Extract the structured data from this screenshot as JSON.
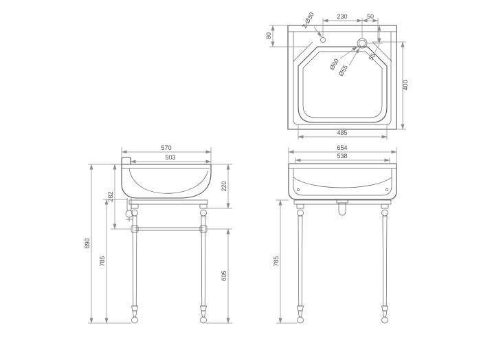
{
  "drawing": {
    "line_color": "#4f4f4f",
    "dim_color": "#8c8c8c",
    "text_color": "#4a4a4a",
    "background": "#ffffff",
    "views": {
      "plan": {
        "dims": {
          "tap_holes": "2-Ø30",
          "hole_spacing": "230",
          "hole_offset": "50",
          "ledge_depth": "80",
          "waste_outer": "Ø60",
          "waste_inner": "Ø55",
          "hole_edge": "55",
          "bowl_depth": "400",
          "bowl_width": "485"
        }
      },
      "side": {
        "dims": {
          "overall_depth": "570",
          "stand_depth": "503",
          "rim_to_rail": "282",
          "rim_to_frame": "220",
          "overall_height": "890",
          "stand_height": "785",
          "rail_height": "605"
        }
      },
      "front": {
        "dims": {
          "overall_width": "654",
          "stand_width": "538",
          "stand_height": "785"
        }
      }
    }
  }
}
